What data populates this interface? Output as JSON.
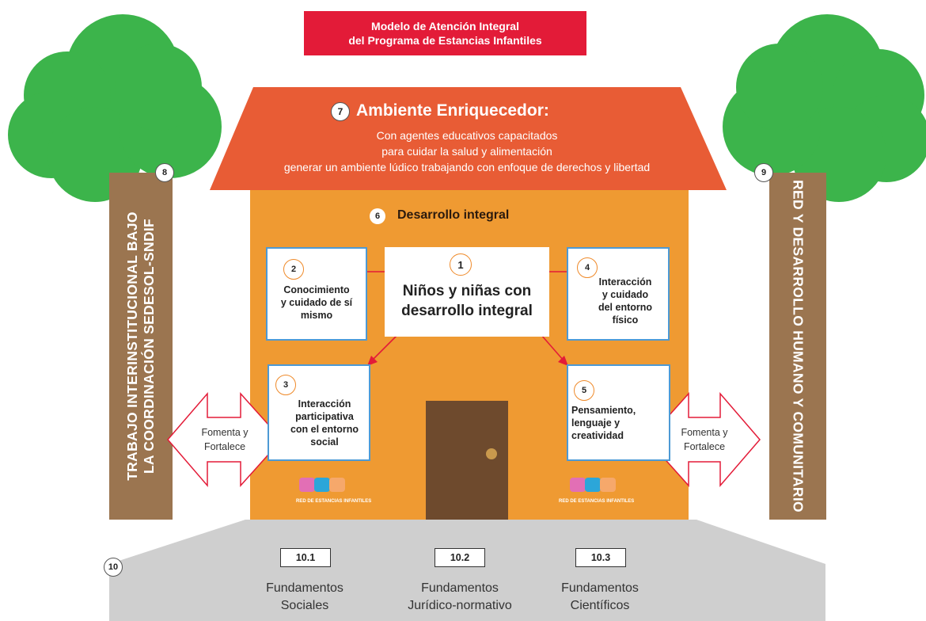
{
  "title": {
    "line1": "Modelo de Atención Integral",
    "line2": "del Programa de Estancias Infantiles"
  },
  "roof": {
    "number": "7",
    "title": "Ambiente Enriquecedor:",
    "line1": "Con agentes educativos capacitados",
    "line2": "para cuidar la salud y alimentación",
    "line3": "generar un ambiente lúdico trabajando con enfoque de derechos y libertad"
  },
  "development": {
    "number": "6",
    "title": "Desarrollo integral"
  },
  "center": {
    "number": "1",
    "line1": "Niños y niñas con",
    "line2": "desarrollo integral"
  },
  "windows": {
    "w2": {
      "number": "2",
      "line1": "Conocimiento",
      "line2": "y cuidado de sí",
      "line3": "mismo"
    },
    "w4": {
      "number": "4",
      "line1": "Interacción",
      "line2": "y cuidado",
      "line3": "del entorno",
      "line4": "físico"
    },
    "w3": {
      "number": "3",
      "line1": "Interacción",
      "line2": "participativa",
      "line3": "con el entorno",
      "line4": "social"
    },
    "w5": {
      "number": "5",
      "line1": "Pensamiento,",
      "line2": "lenguaje y",
      "line3": "creatividad"
    }
  },
  "left_trunk": {
    "number": "8",
    "line1": "TRABAJO INTERINSTITUCIONAL BAJO",
    "line2": "LA COORDINACIÓN SEDESOL-SNDIF"
  },
  "right_trunk": {
    "number": "9",
    "line1": "RED Y DESARROLLO HUMANO Y COMUNITARIO"
  },
  "arrows": {
    "left": {
      "line1": "Fomenta y",
      "line2": "Fortalece"
    },
    "right": {
      "line1": "Fomenta y",
      "line2": "Fortalece"
    }
  },
  "logo_text": "RED DE ESTANCIAS INFANTILES",
  "foundations": {
    "number": "10",
    "items": [
      {
        "label": "10.1",
        "line1": "Fundamentos",
        "line2": "Sociales"
      },
      {
        "label": "10.2",
        "line1": "Fundamentos",
        "line2": "Jurídico-normativo"
      },
      {
        "label": "10.3",
        "line1": "Fundamentos",
        "line2": "Científicos"
      }
    ]
  },
  "colors": {
    "banner": "#e31b38",
    "roof": "#e85c35",
    "house": "#ef9a32",
    "tree": "#3cb44b",
    "trunk": "#9b7550",
    "window_border": "#4d9ad5",
    "arrow": "#e31b38",
    "door": "#6e4a2d",
    "ground": "#cfcfcf"
  }
}
